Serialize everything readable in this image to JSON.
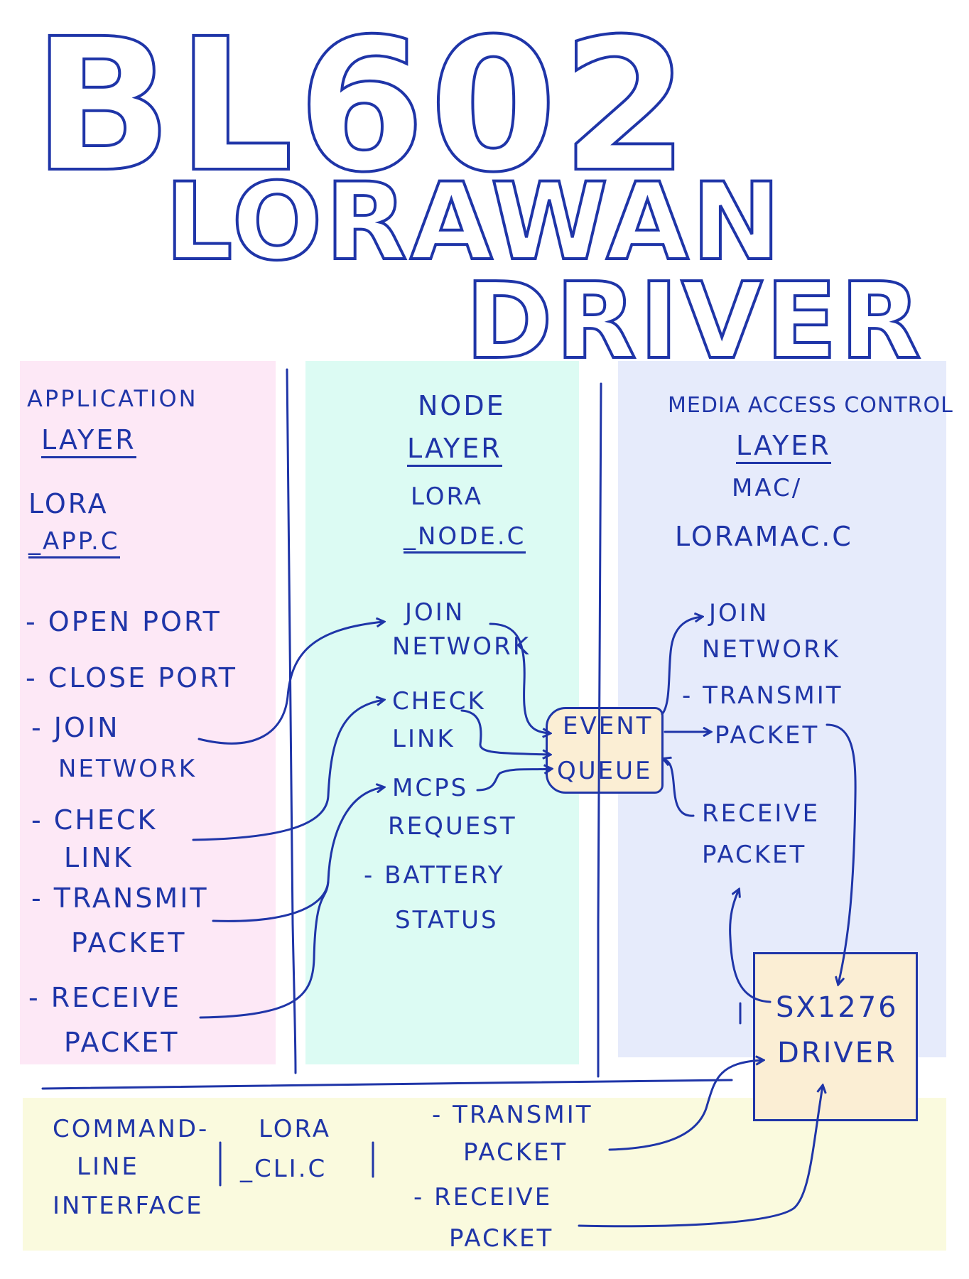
{
  "title": {
    "line1": "BL602",
    "line2": "LORAWAN",
    "line3": "DRIVER"
  },
  "colors": {
    "ink": "#1f35a8",
    "application_layer_bg": "#fde8f6",
    "node_layer_bg": "#dcfbf3",
    "mac_layer_bg": "#e6ebfb",
    "cli_bg": "#fafade",
    "event_queue_bg": "#fbeed4",
    "sx1276_bg": "#fbeed4"
  },
  "application_layer": {
    "heading_line1": "APPLICATION",
    "heading_line2": "LAYER",
    "file_line1": "LORA",
    "file_line2": "_APP.C",
    "items": [
      {
        "line1": "- OPEN PORT",
        "line2": ""
      },
      {
        "line1": "- CLOSE PORT",
        "line2": ""
      },
      {
        "line1": "- JOIN",
        "line2": "NETWORK"
      },
      {
        "line1": "- CHECK",
        "line2": "LINK"
      },
      {
        "line1": "- TRANSMIT",
        "line2": "PACKET"
      },
      {
        "line1": "- RECEIVE",
        "line2": "PACKET"
      }
    ]
  },
  "node_layer": {
    "heading_line1": "NODE",
    "heading_line2": "LAYER",
    "file_line1": "LORA",
    "file_line2": "_NODE.C",
    "items": [
      {
        "line1": "JOIN",
        "line2": "NETWORK"
      },
      {
        "line1": "CHECK",
        "line2": "LINK"
      },
      {
        "line1": "MCPS",
        "line2": "REQUEST"
      },
      {
        "line1": "- BATTERY",
        "line2": "STATUS"
      }
    ]
  },
  "event_queue": {
    "line1": "EVENT",
    "line2": "QUEUE"
  },
  "mac_layer": {
    "heading_line1": "MEDIA ACCESS CONTROL",
    "heading_line2": "LAYER",
    "file_line1": "MAC/",
    "file_line2": "LORAMAC.C",
    "items": [
      {
        "line1": "JOIN",
        "line2": "NETWORK"
      },
      {
        "line1": "- TRANSMIT",
        "line2": "PACKET"
      },
      {
        "line1": "RECEIVE",
        "line2": "PACKET"
      }
    ]
  },
  "sx1276": {
    "line1": "SX1276",
    "line2": "DRIVER"
  },
  "cli": {
    "heading_line1": "COMMAND-",
    "heading_line2": "LINE",
    "heading_line3": "INTERFACE",
    "file_line1": "LORA",
    "file_line2": "_CLI.C",
    "items": [
      {
        "line1": "- TRANSMIT",
        "line2": "PACKET"
      },
      {
        "line1": "- RECEIVE",
        "line2": "PACKET"
      }
    ]
  }
}
